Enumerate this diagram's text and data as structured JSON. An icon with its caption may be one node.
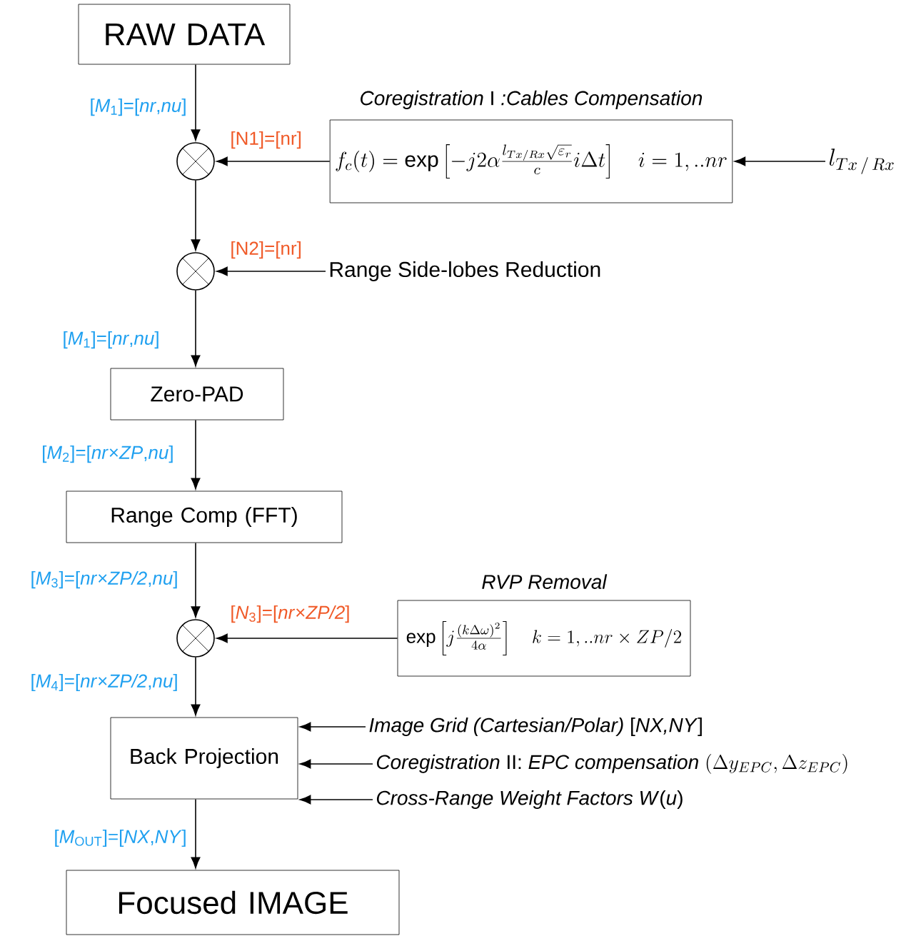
{
  "diagram": {
    "nodes": [
      {
        "text": [
          "RAW DATA"
        ]
      },
      {
        "text": [],
        "shape": "circle"
      },
      {
        "text": [
          "*Coregistration* I *:Cables Compensation*",
          "f_c(t)=\\exp\\left[-j2\\alpha\\frac{l_{Tx/Rx}\\sqrt{\\varepsilon_r}}{c}i\\Delta t\\right]\\quad i=1,..nr"
        ]
      },
      {
        "text": [
          "l_{Tx\\,/\\,Rx}"
        ]
      },
      {
        "text": [],
        "shape": "circle"
      },
      {
        "text": [
          "Range Side-lobes Reduction"
        ]
      },
      {
        "text": [
          "Zero-PAD"
        ]
      },
      {
        "text": [
          "Range Comp (FFT)"
        ]
      },
      {
        "text": [],
        "shape": "circle"
      },
      {
        "text": [
          "RVP Removal",
          "\\exp\\left[j\\frac{(k\\Delta\\omega)^2}{4\\alpha}\\right]\\quad k=1,..nr\\times ZP/2"
        ]
      },
      {
        "text": [
          "Back Projection"
        ]
      },
      {
        "text": [
          "*Image Grid (Cartesian/Polar)* [*NX,NY*]"
        ]
      },
      {
        "text": [
          "*Coregistration* II: *EPC compensation*",
          "\\left(\\Delta y_{EPC},\\Delta z_{EPC}\\right)"
        ]
      },
      {
        "text": [
          "*Cross-Range Weight Factors W*(*u*)"
        ]
      },
      {
        "text": [
          "Focused IMAGE"
        ]
      }
    ],
    "edges": [
      {
        "from": 0,
        "to": 1,
        "arrow": "to",
        "label": "[*M*$_{1}$]=[*nr*,*nu*]"
      },
      {
        "from": 2,
        "to": 1,
        "arrow": "to",
        "label": "[N1]=[nr]"
      },
      {
        "from": 3,
        "to": 2,
        "arrow": "to"
      },
      {
        "from": 1,
        "to": 4,
        "arrow": "to"
      },
      {
        "from": 5,
        "to": 4,
        "arrow": "to",
        "label": "[N2]=[nr]"
      },
      {
        "from": 4,
        "to": 6,
        "arrow": "to",
        "label": "[*M*$_{1}$]=[*nr*,*nu*]"
      },
      {
        "from": 6,
        "to": 7,
        "arrow": "to",
        "label": "[*M*$_{2}$]=[*nr*×*ZP*,*nu*]"
      },
      {
        "from": 7,
        "to": 8,
        "arrow": "to",
        "label": "[*M*$_{3}$]=[*nr*×*ZP/2*,*nu*]"
      },
      {
        "from": 9,
        "to": 8,
        "arrow": "to",
        "label": "[*N*$_{3}$]=[*nr*×*ZP/2*]"
      },
      {
        "from": 8,
        "to": 10,
        "arrow": "to",
        "label": "[*M*$_{4}$]=[*nr*×*ZP/2*,*nu*]"
      },
      {
        "from": 11,
        "to": 10,
        "arrow": "to"
      },
      {
        "from": 12,
        "to": 10,
        "arrow": "to"
      },
      {
        "from": 13,
        "to": 10,
        "arrow": "to"
      },
      {
        "from": 10,
        "to": 14,
        "arrow": "to",
        "label": "[*M*$_{OUT}$]=[*NX*,*NY*]"
      }
    ]
  }
}
